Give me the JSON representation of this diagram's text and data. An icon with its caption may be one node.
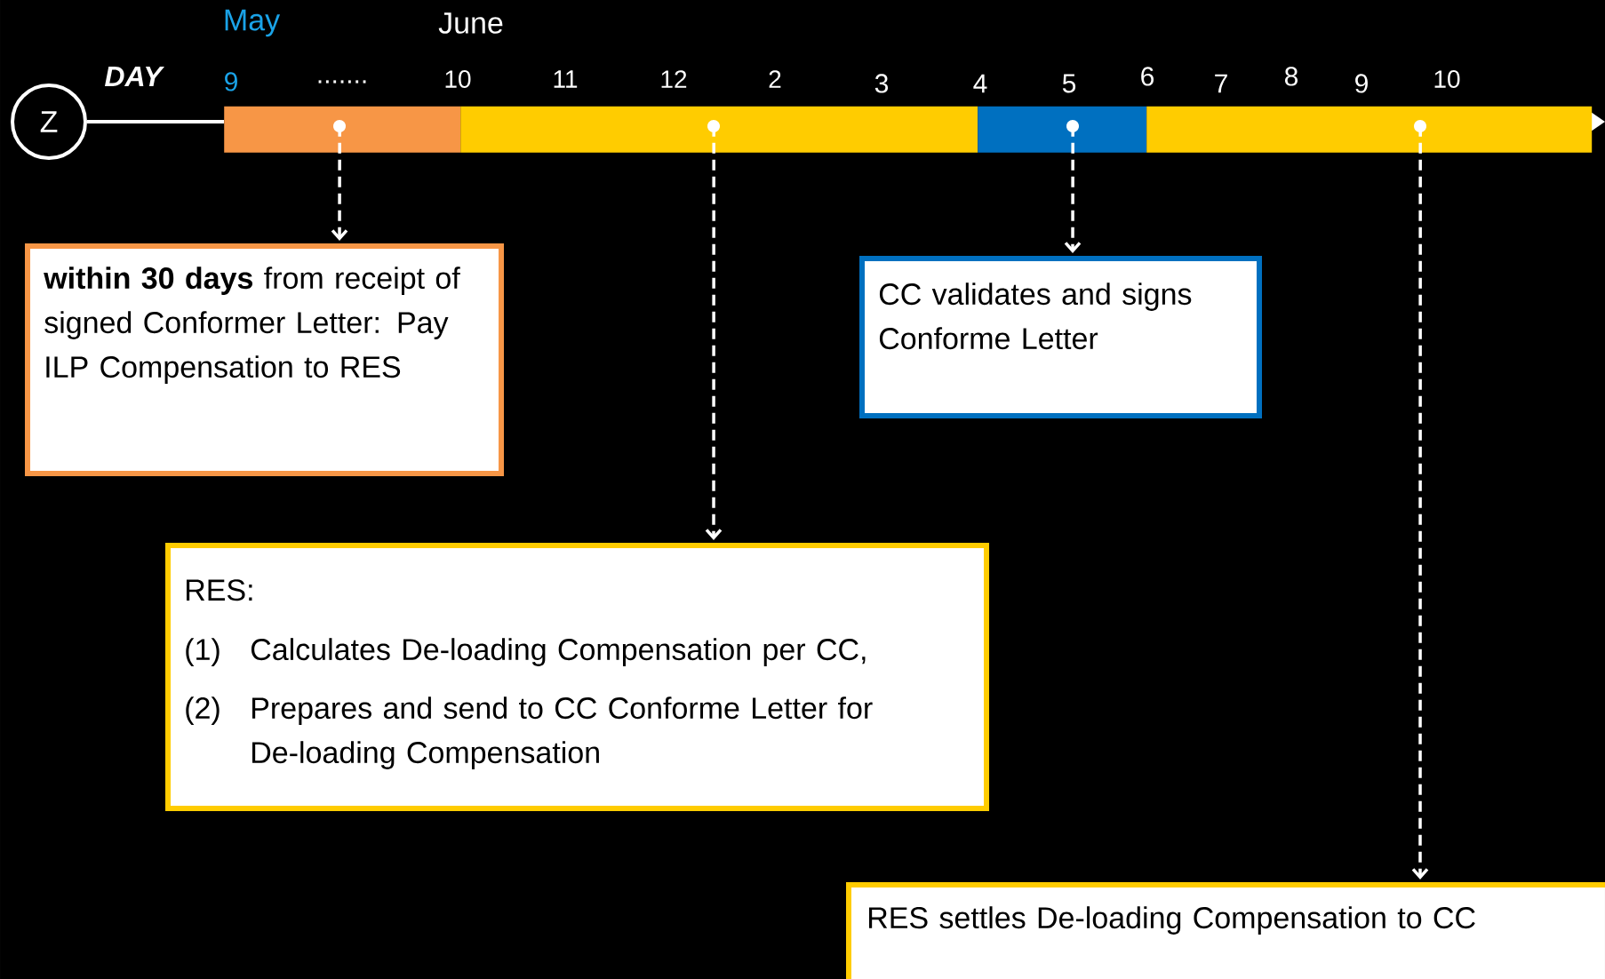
{
  "diagram": {
    "nodes": [
      {
        "text": [
          "Z"
        ]
      },
      {
        "text": [],
        "shape": "bar"
      },
      {
        "text": [],
        "shape": "bar"
      },
      {
        "text": [],
        "shape": "bar"
      },
      {
        "text": [],
        "shape": "bar"
      },
      {
        "text": [
          "**within 30 days** from receipt of signed Conformer Letter: Pay ILP Compensation to RES"
        ]
      },
      {
        "text": [
          "CC validates and signs Conforme Letter"
        ]
      },
      {
        "text": [
          "RES:",
          "(1)",
          "Calculates De-loading Compensation per CC,",
          "(2)",
          "Prepares and send to CC Conforme Letter for De-loading Compensation"
        ]
      },
      {
        "text": [
          "RES settles De-loading Compensation to CC"
        ]
      }
    ],
    "edges": [
      {
        "from": 0,
        "to": 1,
        "arrow": "none"
      },
      {
        "from": 1,
        "to": 5,
        "arrow": "to",
        "style": "dashed"
      },
      {
        "from": 2,
        "to": 7,
        "arrow": "to",
        "style": "dashed"
      },
      {
        "from": 3,
        "to": 6,
        "arrow": "to",
        "style": "dashed"
      },
      {
        "from": 4,
        "to": 8,
        "arrow": "to",
        "style": "dashed"
      }
    ],
    "labels": [
      "May",
      "June",
      "DAY",
      "9",
      ".......",
      "10",
      "11",
      "12",
      "2",
      "3",
      "4",
      "5",
      "6",
      "7",
      "8",
      "9",
      "10"
    ]
  }
}
